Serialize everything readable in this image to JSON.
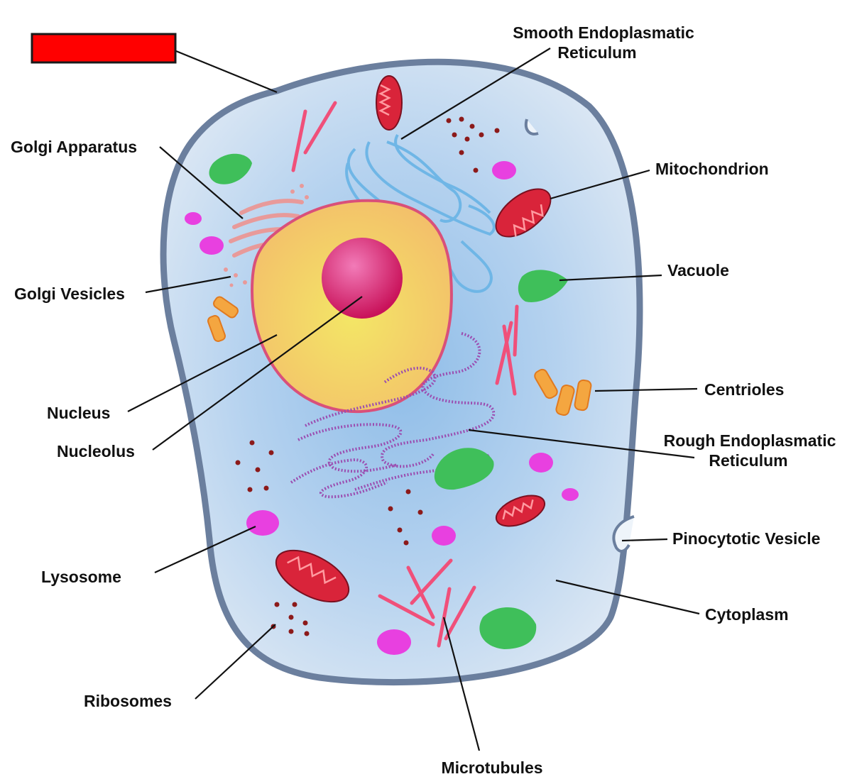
{
  "labels": {
    "smooth_er_line1": "Smooth Endoplasmatic",
    "smooth_er_line2": "Reticulum",
    "mitochondrion": "Mitochondrion",
    "golgi_apparatus": "Golgi Apparatus",
    "golgi_vesicles": "Golgi Vesicles",
    "vacuole": "Vacuole",
    "centrioles": "Centrioles",
    "nucleus": "Nucleus",
    "nucleolus": "Nucleolus",
    "rough_er_line1": "Rough Endoplasmatic",
    "rough_er_line2": "Reticulum",
    "pinocytotic_vesicle": "Pinocytotic Vesicle",
    "lysosome": "Lysosome",
    "cytoplasm": "Cytoplasm",
    "ribosomes": "Ribosomes",
    "microtubules": "Microtubules"
  },
  "colors": {
    "hidden_label_box": "#ff0000",
    "membrane": "#6b7f9e",
    "cytoplasm_light": "#dde8f4",
    "cytoplasm_mid": "#8fbde8",
    "nucleus_fill": "#f2d864",
    "nucleus_edge": "#d9507a",
    "nucleolus": "#d91e64",
    "golgi": "#e89a9a",
    "smooth_er": "#6fb6e6",
    "rough_er": "#9b4db0",
    "mitochondrion": "#d9243a",
    "vacuole": "#3fbf5a",
    "lysosome": "#e840e0",
    "centriole": "#f4a640",
    "microtubule": "#f0507a",
    "ribosome": "#8c1a1a"
  }
}
